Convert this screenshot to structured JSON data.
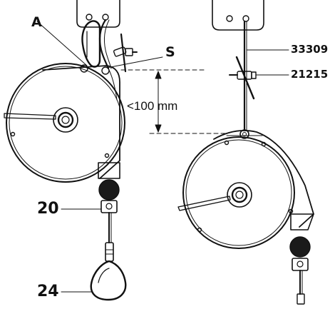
{
  "labels": {
    "a": "A",
    "s": "S",
    "dimension": "<100 mm",
    "part_33309": "33309",
    "part_21215": "21215",
    "part_20": "20",
    "part_24": "24"
  },
  "colors": {
    "ink": "#111111",
    "paper": "#ffffff",
    "fill_dark": "#1a1a1a",
    "fill_gray": "#bdbdbd"
  }
}
